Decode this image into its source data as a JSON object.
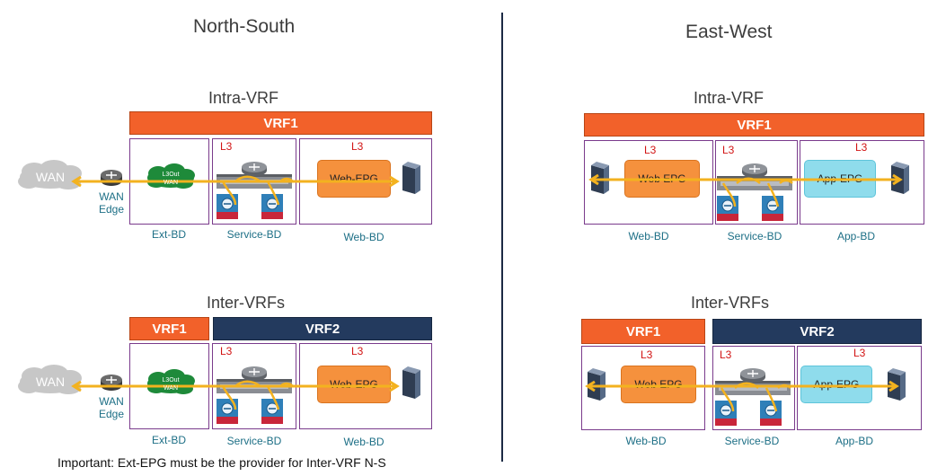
{
  "titles": {
    "north_south": "North-South",
    "east_west": "East-West"
  },
  "subtitles": {
    "ns_intra": "Intra-VRF",
    "ns_inter": "Inter-VRFs",
    "ew_intra": "Intra-VRF",
    "ew_inter": "Inter-VRFs"
  },
  "vrf": {
    "vrf1": "VRF1",
    "vrf2": "VRF2"
  },
  "l3": "L3",
  "bd": {
    "ext": "Ext-BD",
    "service": "Service-BD",
    "web": "Web-BD",
    "app": "App-BD"
  },
  "epg": {
    "web_ns": "Web-EPG",
    "web_ew": "Web EPG",
    "app": "App-EPG"
  },
  "wan": {
    "cloud": "WAN",
    "edge_line1": "WAN",
    "edge_line2": "Edge"
  },
  "l3out": {
    "line1": "L3Out",
    "line2": "WAN"
  },
  "note": "Important: Ext-EPG must be the provider for Inter-VRF N-S",
  "colors": {
    "vrf_orange": "#f2612a",
    "vrf_navy": "#233a5e",
    "traffic": "#f3b21f",
    "bd_border": "#7a3b8c",
    "bd_label": "#1d6f86",
    "l3_label": "#d21414"
  }
}
